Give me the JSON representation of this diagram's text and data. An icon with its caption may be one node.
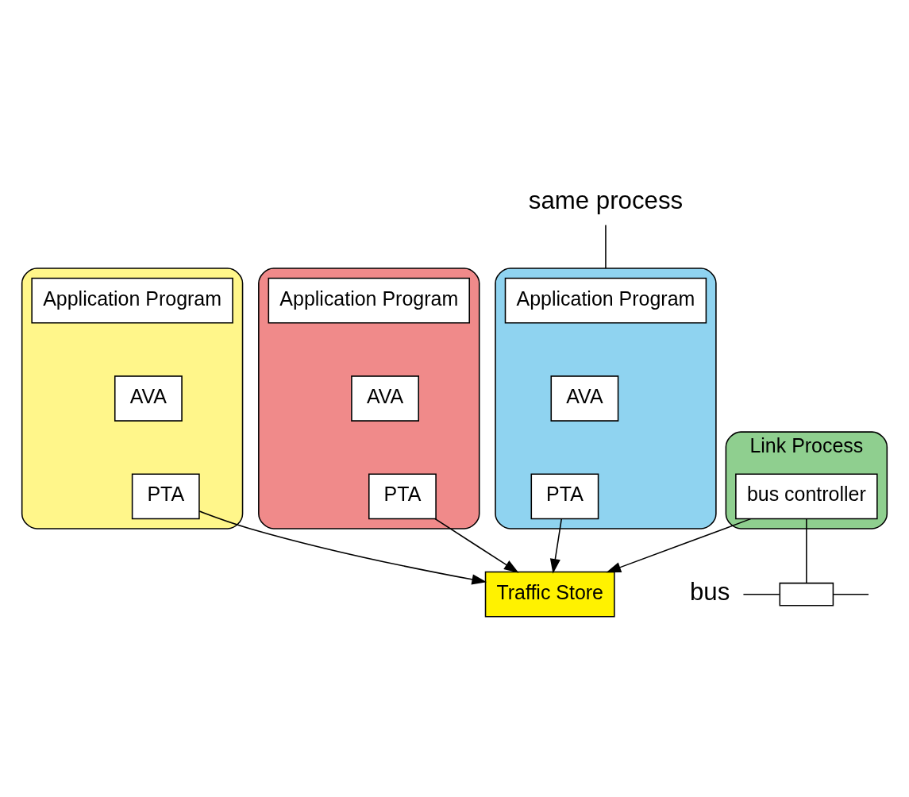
{
  "diagram": {
    "nodes": [
      {
        "text": [],
        "shape": "box"
      },
      {
        "text": [
          "Application Program"
        ],
        "in": 0
      },
      {
        "text": [
          "AVA"
        ],
        "in": 0
      },
      {
        "text": [
          "PTA"
        ],
        "in": 0
      },
      {
        "text": [],
        "shape": "box"
      },
      {
        "text": [
          "Application Program"
        ],
        "in": 4
      },
      {
        "text": [
          "AVA"
        ],
        "in": 4
      },
      {
        "text": [
          "PTA"
        ],
        "in": 4
      },
      {
        "text": [],
        "shape": "box"
      },
      {
        "text": [
          "Application Program"
        ],
        "in": 8
      },
      {
        "text": [
          "AVA"
        ],
        "in": 8
      },
      {
        "text": [
          "PTA"
        ],
        "in": 8
      },
      {
        "text": [
          "same process"
        ]
      },
      {
        "text": [
          "Traffic Store"
        ]
      },
      {
        "text": [
          "Link Process"
        ]
      },
      {
        "text": [
          "bus controller"
        ],
        "in": 14
      },
      {
        "text": [
          "bus"
        ]
      },
      {
        "text": [],
        "shape": "box"
      }
    ],
    "edges": [
      {
        "from": 12,
        "to": 0,
        "arrow": "none"
      },
      {
        "from": 3,
        "to": 13,
        "arrow": "to"
      },
      {
        "from": 7,
        "to": 13,
        "arrow": "to"
      },
      {
        "from": 11,
        "to": 13,
        "arrow": "to"
      },
      {
        "from": 15,
        "to": 13,
        "arrow": "to"
      },
      {
        "from": 15,
        "to": 17,
        "arrow": "none"
      },
      {
        "from": 16,
        "to": 17,
        "arrow": "none"
      },
      {
        "from": 17,
        "to": null,
        "arrow": "none"
      }
    ]
  }
}
